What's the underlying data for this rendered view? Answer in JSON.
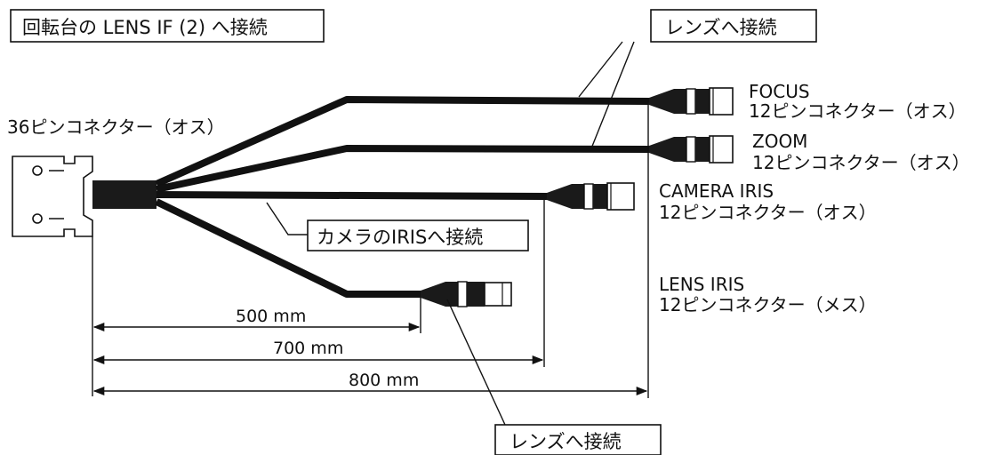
{
  "callouts": {
    "pan_tilt_lens_if": "回転台の LENS IF (2) へ接続",
    "to_lens_top": "レンズへ接続",
    "to_camera_iris": "カメラのIRISへ接続",
    "to_lens_bottom": "レンズへ接続"
  },
  "main_connector": {
    "label": "36ピンコネクター（オス）"
  },
  "branches": [
    {
      "name": "FOCUS",
      "connector": "12ピンコネクター（オス）"
    },
    {
      "name": "ZOOM",
      "connector": "12ピンコネクター（オス）"
    },
    {
      "name": "CAMERA IRIS",
      "connector": "12ピンコネクター（オス）"
    },
    {
      "name": "LENS IRIS",
      "connector": "12ピンコネクター（メス）"
    }
  ],
  "dimensions": {
    "d500": "500 mm",
    "d700": "700 mm",
    "d800": "800 mm"
  }
}
